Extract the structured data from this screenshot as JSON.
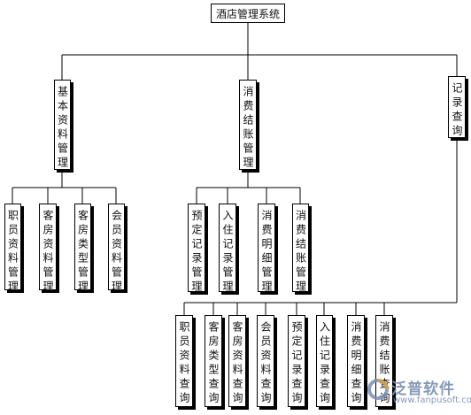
{
  "root": {
    "title": "酒店管理系统"
  },
  "modules": {
    "basic": "基本资料管理",
    "billing": "消费结账管理",
    "records": "记录查询"
  },
  "basic_children": [
    "职员资料管理",
    "客房资料管理",
    "客房类型管理",
    "会员资料管理"
  ],
  "billing_children": [
    "预定记录管理",
    "入住记录管理",
    "消费明细管理",
    "消费结账管理"
  ],
  "records_children": [
    "职员资料查询",
    "客房类型查询",
    "客房资料查询",
    "会员资料查询",
    "预定记录查询",
    "入住记录查询",
    "消费明细查询",
    "消费结账查询"
  ],
  "watermark": {
    "name": "泛普软件",
    "url": "www.fanpusoft.com"
  },
  "colors": {
    "line": "#000000",
    "box_border": "#000000",
    "watermark": "#7a8fb3"
  }
}
